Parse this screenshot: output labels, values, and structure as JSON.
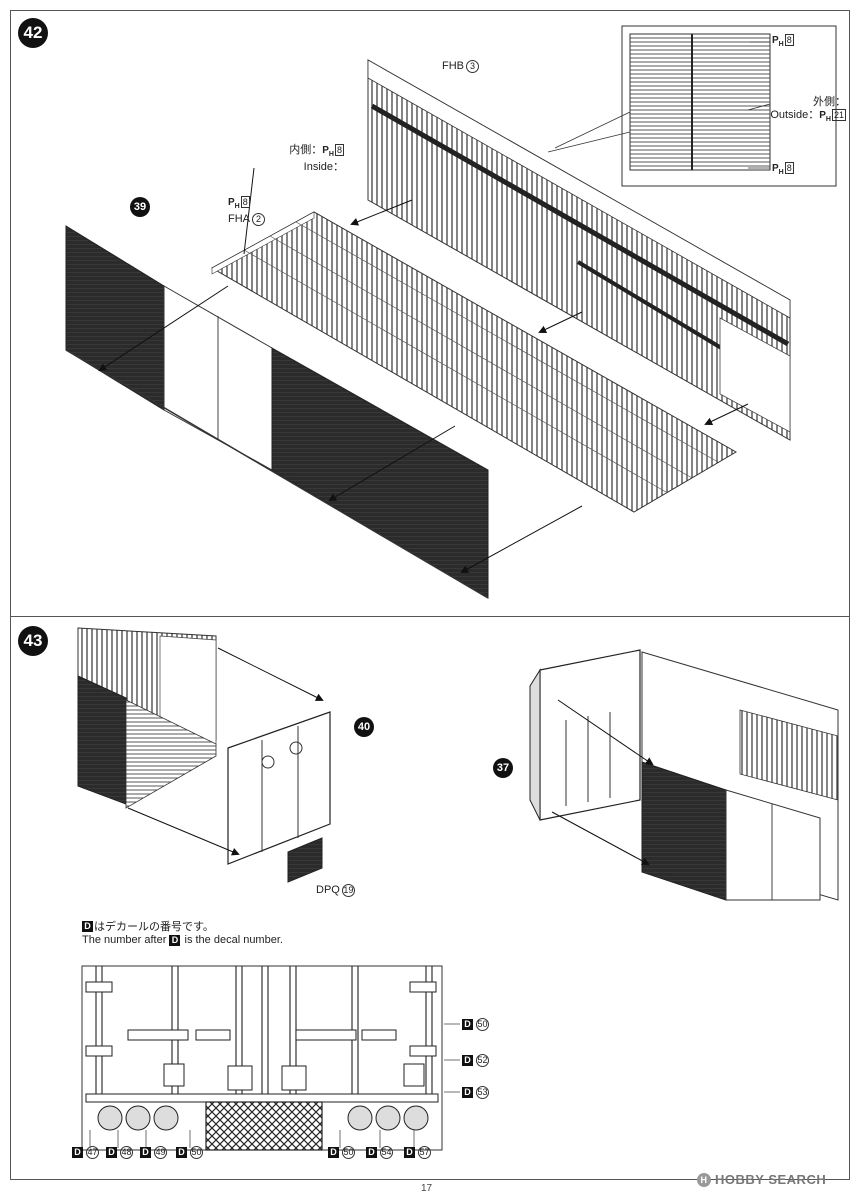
{
  "steps": {
    "step_a": "42",
    "step_b": "43"
  },
  "parts": {
    "p39": "39",
    "p40": "40",
    "p37": "37"
  },
  "labels": {
    "fhb": "FHB",
    "fhb_num": "3",
    "inside_jp": "内側：",
    "inside_en": "Inside：",
    "inside_ph": "8",
    "fha": "FHA",
    "fha_num": "2",
    "fha_ph": "8",
    "inset_top_ph": "8",
    "outside_jp": "外側：",
    "outside_en": "Outside：",
    "outside_ph": "21",
    "inset_bottom_ph": "8",
    "dpq": "DPQ",
    "dpq_num": "19",
    "ph_letter": "P",
    "ph_sub": "H"
  },
  "note": {
    "d_letter": "D",
    "line_jp": "はデカールの番号です。",
    "line_en_a": "The number after",
    "line_en_b": "is the decal number."
  },
  "decals": {
    "bottom": [
      "47",
      "48",
      "49",
      "50",
      "50",
      "54",
      "57"
    ],
    "right": [
      "50",
      "52",
      "53"
    ]
  },
  "footer": {
    "page": "17",
    "watermark": "HOBBY SEARCH"
  }
}
